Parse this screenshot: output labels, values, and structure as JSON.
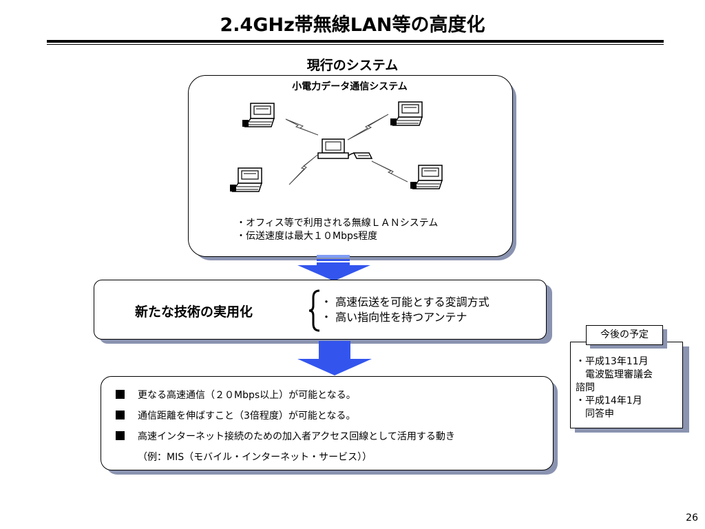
{
  "slide": {
    "title": "2.4GHz帯無線LAN等の高度化",
    "page_number": "26"
  },
  "current_system": {
    "heading": "現行のシステム",
    "box_title": "小電力データ通信システム",
    "bullets": [
      "・オフィス等で利用される無線ＬＡＮシステム",
      "・伝送速度は最大１０Mbps程度"
    ],
    "diagram_icons": [
      "laptop-icon",
      "laptop-icon",
      "laptop-icon",
      "laptop-icon",
      "desktop-computer-icon",
      "access-point-icon",
      "lightning-icon"
    ]
  },
  "new_tech": {
    "label": "新たな技術の実用化",
    "features": [
      "・ 高速伝送を可能とする変調方式",
      "・ 高い指向性を持つアンテナ"
    ]
  },
  "effects": {
    "items": [
      "更なる高速通信（２０Mbps以上）が可能となる。",
      "通信距離を伸ばすこと（3倍程度）が可能となる。",
      "高速インターネット接続のための加入者アクセス回線として活用する動き",
      "（例：MIS（モバイル・インターネット・サービス））"
    ]
  },
  "schedule": {
    "heading": "今後の予定",
    "lines": [
      "・平成13年11月",
      "　電波監理審議会",
      "諮問",
      "・平成14年1月",
      "　同答申"
    ]
  },
  "colors": {
    "arrow_blue": "#3355ee",
    "shadow": "#8a93b0"
  }
}
